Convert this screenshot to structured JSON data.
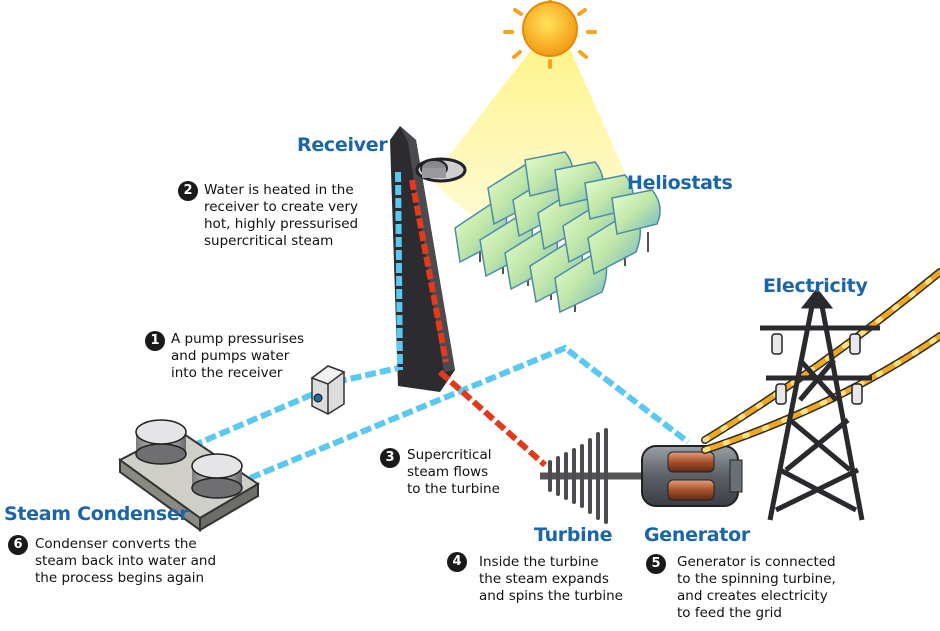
{
  "titles": {
    "receiver": "Receiver",
    "heliostats": "Heliostats",
    "electricity": "Electricity",
    "steam_condenser": "Steam Condenser",
    "turbine": "Turbine",
    "generator": "Generator"
  },
  "steps": [
    {
      "number": "1",
      "lines": [
        "A pump pressurises",
        "and pumps water",
        "into the receiver"
      ]
    },
    {
      "number": "2",
      "lines": [
        "Water is heated in the",
        "receiver to create very",
        "hot, highly pressurised",
        "supercritical steam"
      ]
    },
    {
      "number": "3",
      "lines": [
        "Supercritical",
        "steam flows",
        "to the turbine"
      ]
    },
    {
      "number": "4",
      "lines": [
        "Inside the turbine",
        "the steam expands",
        "and spins the turbine"
      ]
    },
    {
      "number": "5",
      "lines": [
        "Generator is connected",
        "to the spinning turbine,",
        "and creates electricity",
        "to feed the grid"
      ]
    },
    {
      "number": "6",
      "lines": [
        "Condenser converts the",
        "steam back into water and",
        "the process begins again"
      ]
    }
  ],
  "colors": {
    "title_blue": "#1a66a8",
    "water_blue": "#5bc8f0",
    "steam_red": "#e23a1a",
    "sun_yellow": "#f7c21a",
    "power_orange": "#f0a81e",
    "tower_dark": "#2c2c30"
  }
}
